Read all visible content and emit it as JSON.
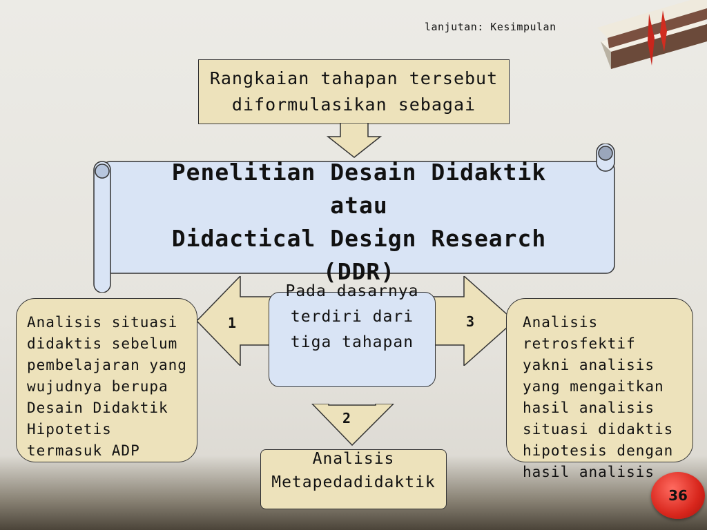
{
  "header": {
    "subtitle": "lanjutan: Kesimpulan"
  },
  "diagram": {
    "top_box": {
      "text": "Rangkaian tahapan tersebut diformulasikan sebagai"
    },
    "scroll": {
      "line1": "Penelitian Desain Didaktik",
      "line2": "atau",
      "line3": "Didactical Design Research",
      "line4": "(DDR)"
    },
    "center_box": {
      "text": "Pada dasarnya terdiri dari tiga tahapan"
    },
    "arrow_labels": {
      "left": "1",
      "bottom": "2",
      "right": "3"
    },
    "left_box": {
      "text": "Analisis situasi didaktis sebelum pembelajaran yang wujudnya berupa Desain Didaktik Hipotetis termasuk ADP"
    },
    "right_box": {
      "text": "Analisis retrosfektif yakni analisis yang mengaitkan hasil analisis situasi didaktis hipotesis dengan hasil analisis"
    },
    "bottom_box": {
      "text": "Analisis Metapedadidaktik"
    }
  },
  "footer": {
    "page_number": "36"
  },
  "colors": {
    "tan_box": "#ede2bb",
    "blue_box": "#d9e4f5",
    "badge": "#d8261c"
  }
}
